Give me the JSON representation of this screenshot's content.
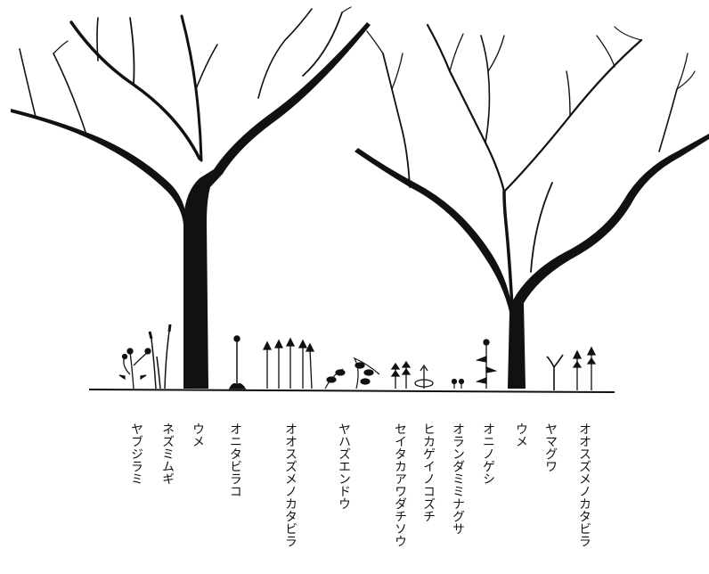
{
  "labels": [
    {
      "id": "yabujirami",
      "text": "ヤブジラミ"
    },
    {
      "id": "nezumimugi",
      "text": "ネズミムギ"
    },
    {
      "id": "ume-1",
      "text": "ウメ"
    },
    {
      "id": "onitabirako",
      "text": "オニタビラコ"
    },
    {
      "id": "oosuzumenokatabira-1",
      "text": "オオスズメノカタビラ"
    },
    {
      "id": "yahazuendou",
      "text": "ヤハズエンドウ"
    },
    {
      "id": "seitakaawadachisou",
      "text": "セイタカアワダチソウ"
    },
    {
      "id": "hikageinokozuchi",
      "text": "ヒカゲイノコズチ"
    },
    {
      "id": "orandamiminagusa",
      "text": "オランダミミナグサ"
    },
    {
      "id": "oninogeshi",
      "text": "オニノゲシ"
    },
    {
      "id": "ume-2",
      "text": "ウメ"
    },
    {
      "id": "yamaguwa",
      "text": "ヤマグワ"
    },
    {
      "id": "oosuzumenokatabira-2",
      "text": "オオスズメノカタビラ"
    }
  ],
  "colors": {
    "ink": "#111111",
    "background": "#ffffff"
  }
}
